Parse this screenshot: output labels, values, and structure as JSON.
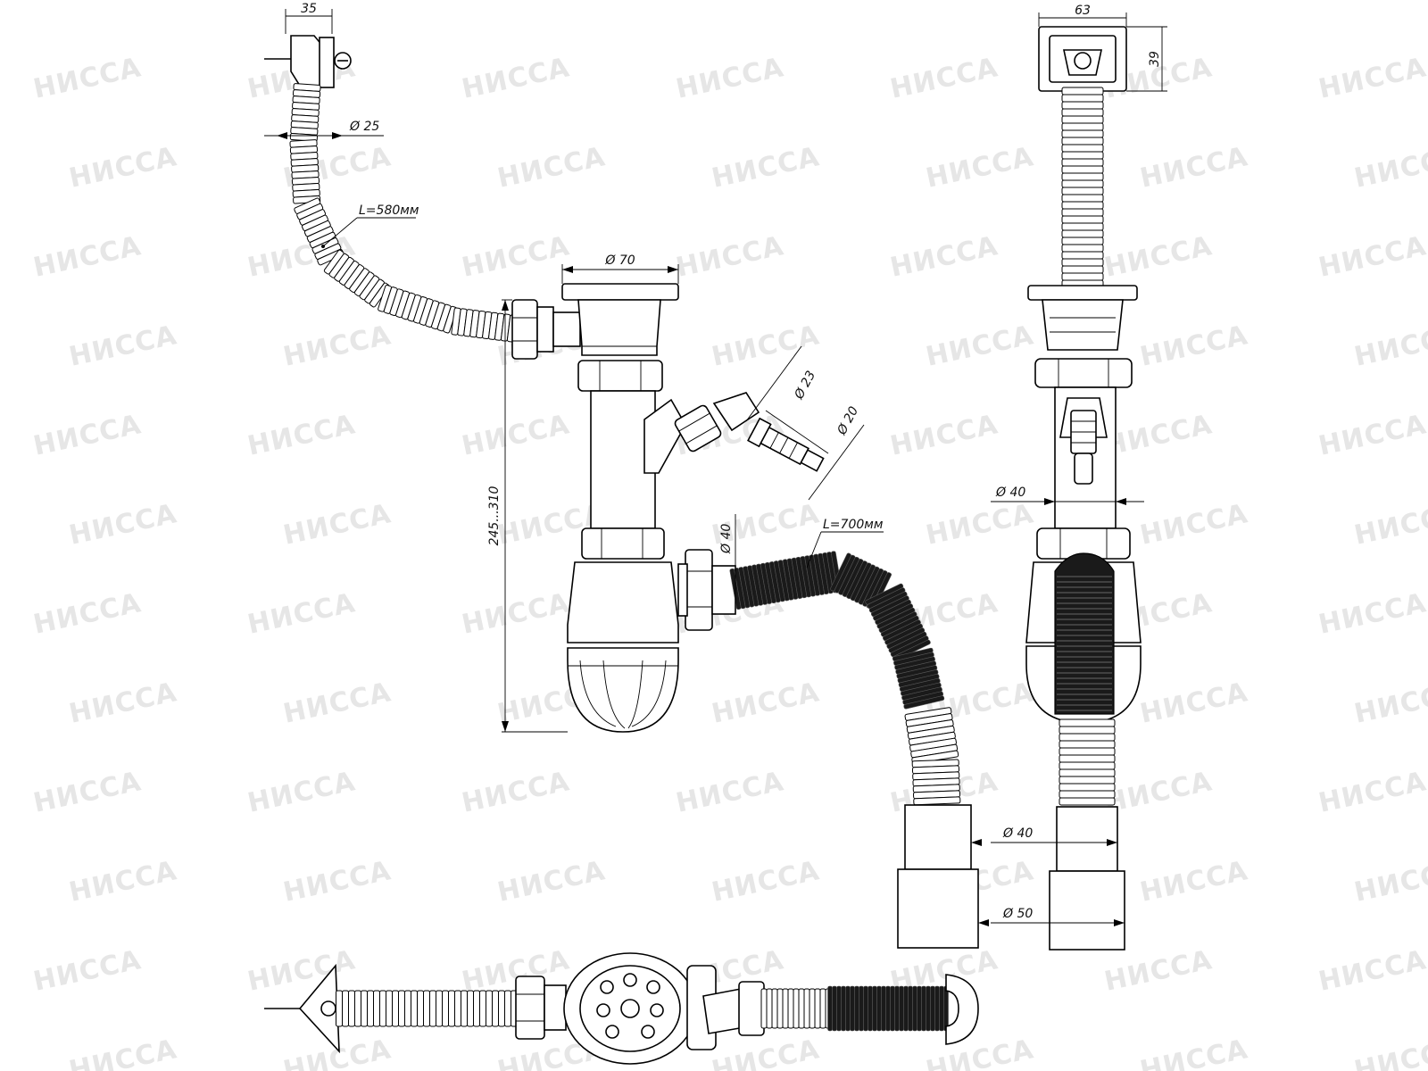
{
  "watermark": {
    "text": "НИССА"
  },
  "dimensions": {
    "overflow_width": "35",
    "overflow_hose_diameter": "Ø 25",
    "overflow_hose_length": "L=580мм",
    "sink_outlet_diameter": "Ø 70",
    "siphon_height": "245...310",
    "side_outlet_diameter_outer": "Ø 23",
    "side_outlet_diameter_inner": "Ø 20",
    "outlet_diameter": "Ø 40",
    "drain_hose_length": "L=700мм",
    "overflow_plate_width": "63",
    "overflow_plate_height": "39",
    "side_view_outlet_diameter": "Ø 40",
    "pipe_diameter_small": "Ø 40",
    "pipe_diameter_large": "Ø 50"
  },
  "colors": {
    "line": "#000000",
    "watermark": "#e6e6e6",
    "hose_dark": "#1a1a1a"
  }
}
